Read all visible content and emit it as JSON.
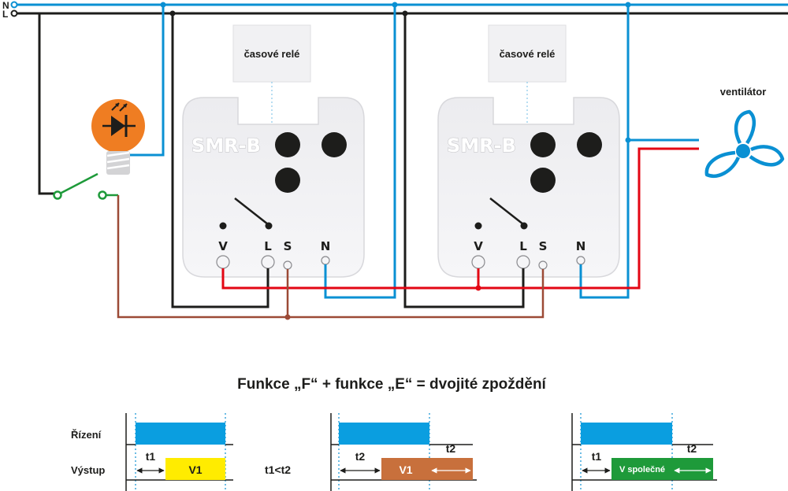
{
  "rails": {
    "n_label": "N",
    "l_label": "L"
  },
  "relays": [
    {
      "label": "časové relé",
      "brand": "SMR-B",
      "terminals": {
        "v": "V",
        "l": "L",
        "s": "S",
        "n": "N"
      }
    },
    {
      "label": "časové relé",
      "brand": "SMR-B",
      "terminals": {
        "v": "V",
        "l": "L",
        "s": "S",
        "n": "N"
      }
    }
  ],
  "fan": {
    "label": "ventilátor",
    "icon": "fan-icon"
  },
  "lamp": {
    "icon": "led-icon"
  },
  "switch": {
    "icon": "switch-icon"
  },
  "title": "Funkce „F“ + funkce „E“ = dvojité zpoždění",
  "timing": {
    "row_labels": {
      "control": "Řízení",
      "output": "Výstup"
    },
    "condition": "t1<t2",
    "diagrams": [
      {
        "t_label": "t1",
        "output_label": "V1",
        "output_color": "#ffec00"
      },
      {
        "t_label": "t2",
        "t2_label": "t2",
        "output_label": "V1",
        "output_color": "#c8703c"
      },
      {
        "t_label": "t1",
        "t2_label": "t2",
        "output_label": "V společné",
        "output_color": "#1e9a3a"
      }
    ]
  },
  "colors": {
    "neutral": "#0a90d3",
    "live": "#1d1d1b",
    "red": "#e30613",
    "brown": "#9c4a36",
    "green": "#1e9a3a",
    "control_bar": "#0a9ee0",
    "lamp_orange": "#ef7d22"
  }
}
